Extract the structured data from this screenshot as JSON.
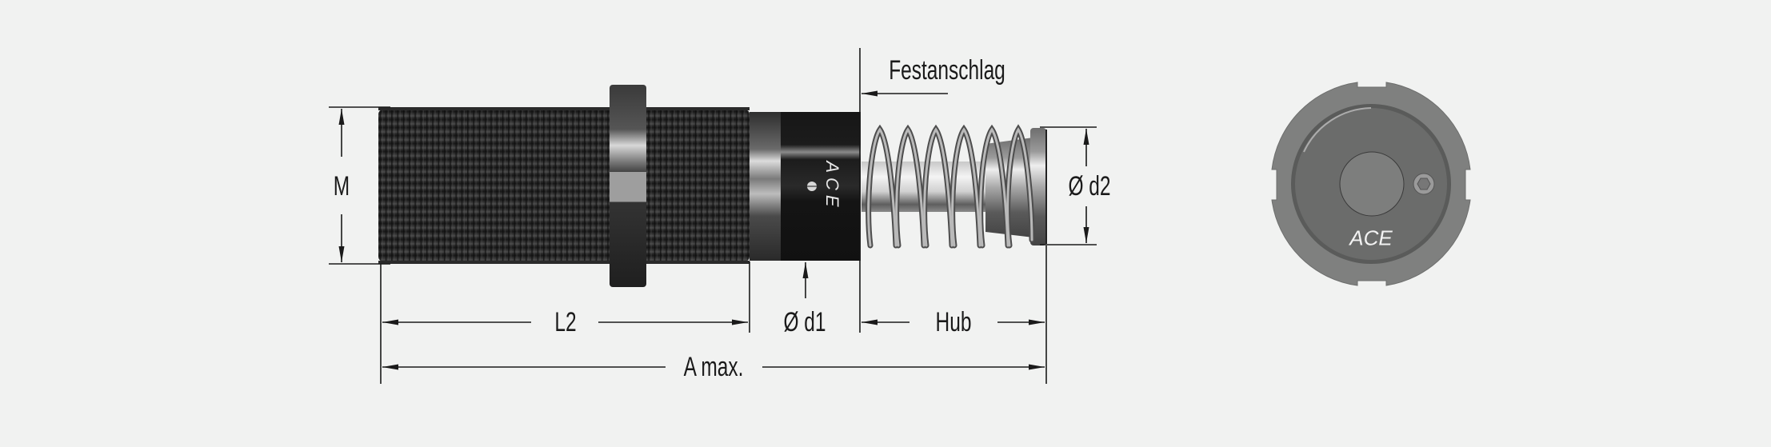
{
  "diagram": {
    "subject": "ACE shock absorber technical drawing",
    "labels": {
      "festanschlag": "Festanschlag",
      "m": "M",
      "d2": "Ø d2",
      "l2": "L2",
      "d1": "Ø d1",
      "hub": "Hub",
      "a_max": "A max."
    },
    "brand_side": "ACE",
    "brand_front": "ACE"
  },
  "colors": {
    "background": "#f1f2f1",
    "line": "#1a1a1a",
    "body_dark": "#262626",
    "cap_black": "#141414",
    "steel": "#a8a8a8",
    "front_outer": "#808180",
    "front_inner": "#6b6c6b"
  }
}
